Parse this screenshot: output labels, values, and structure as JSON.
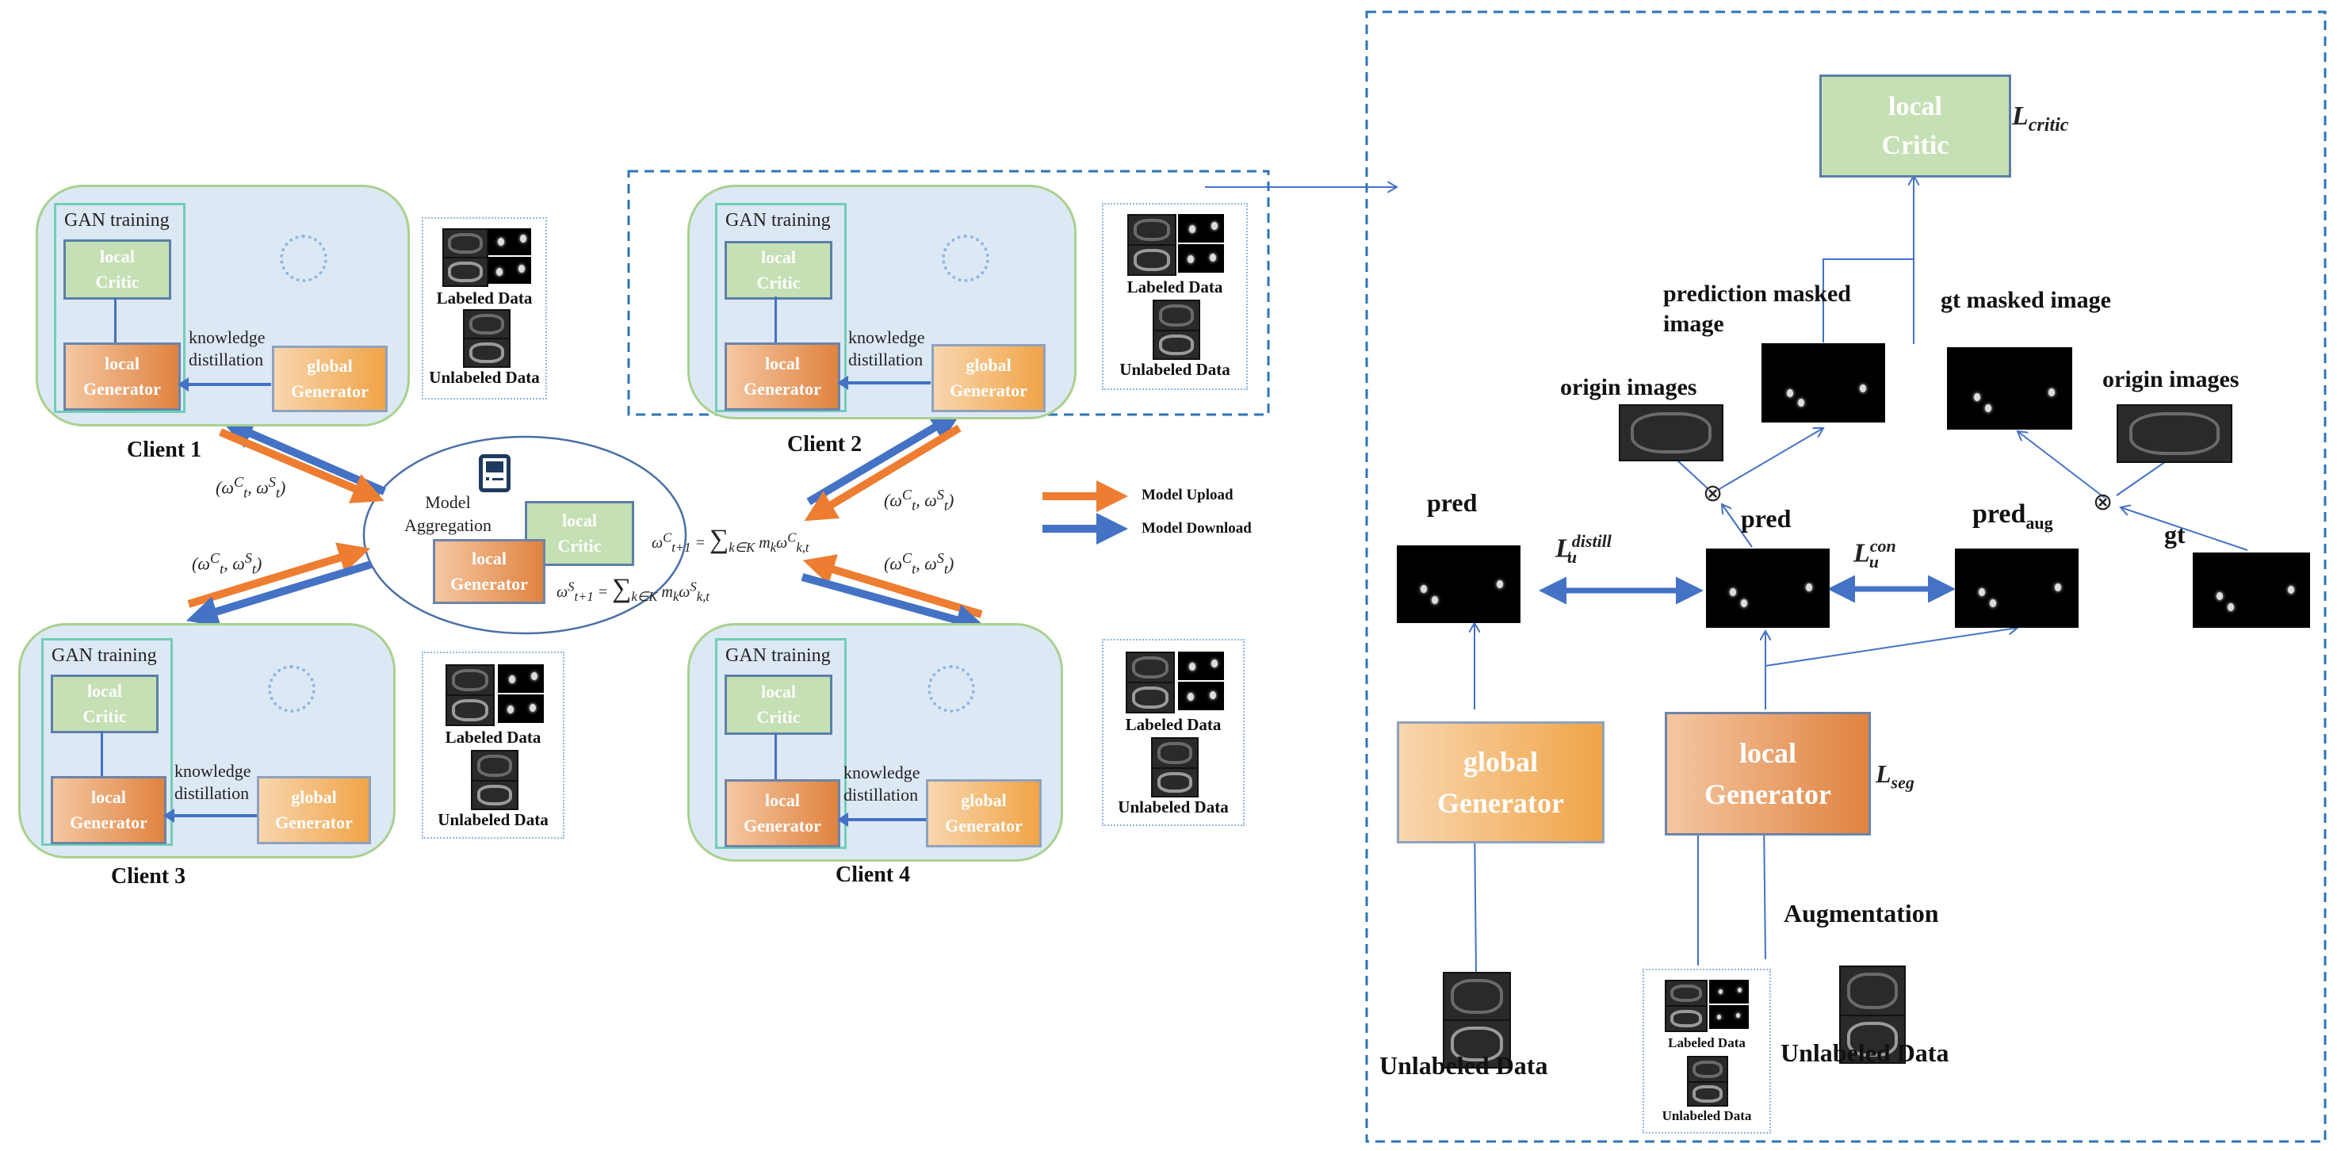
{
  "clients": [
    {
      "name": "Client 1",
      "gan_label": "GAN training",
      "critic": [
        "local",
        "Critic"
      ],
      "local_gen": [
        "local",
        "Generator"
      ],
      "global_gen": [
        "global",
        "Generator"
      ],
      "kd": [
        "knowledge",
        "distillation"
      ],
      "labeled": "Labeled Data",
      "unlabeled": "Unlabeled Data"
    },
    {
      "name": "Client 2",
      "gan_label": "GAN training",
      "critic": [
        "local",
        "Critic"
      ],
      "local_gen": [
        "local",
        "Generator"
      ],
      "global_gen": [
        "global",
        "Generator"
      ],
      "kd": [
        "knowledge",
        "distillation"
      ],
      "labeled": "Labeled Data",
      "unlabeled": "Unlabeled Data"
    },
    {
      "name": "Client 3",
      "gan_label": "GAN training",
      "critic": [
        "local",
        "Critic"
      ],
      "local_gen": [
        "local",
        "Generator"
      ],
      "global_gen": [
        "global",
        "Generator"
      ],
      "kd": [
        "knowledge",
        "distillation"
      ],
      "labeled": "Labeled Data",
      "unlabeled": "Unlabeled Data"
    },
    {
      "name": "Client 4",
      "gan_label": "GAN training",
      "critic": [
        "local",
        "Critic"
      ],
      "local_gen": [
        "local",
        "Generator"
      ],
      "global_gen": [
        "global",
        "Generator"
      ],
      "kd": [
        "knowledge",
        "distillation"
      ],
      "labeled": "Labeled Data",
      "unlabeled": "Unlabeled Data"
    }
  ],
  "aggregation": {
    "label": [
      "Model",
      "Aggregation"
    ],
    "critic": [
      "local",
      "Critic"
    ],
    "generator": [
      "local",
      "Generator"
    ],
    "formula_c": "ω^C_{t+1} = Σ_{k∈K} m_k ω^C_{k,t}",
    "formula_s": "ω^S_{t+1} = Σ_{k∈K} m_k ω^S_{k,t}",
    "server_icon": "server-icon"
  },
  "weights_label": "(ω^C_t, ω^S_t)",
  "legend": {
    "upload": {
      "label": "Model Upload",
      "color": "#ed7d31"
    },
    "download": {
      "label": "Model Download",
      "color": "#4472c4"
    }
  },
  "detail": {
    "critic": [
      "local",
      "Critic"
    ],
    "l_critic": "critic",
    "pred_masked": [
      "prediction masked",
      "image"
    ],
    "gt_masked": "gt masked image",
    "origin_left": "origin images",
    "origin_right": "origin images",
    "pred_left": "pred",
    "pred_center": "pred",
    "pred_aug": "pred",
    "pred_aug_sub": "aug",
    "gt": "gt",
    "l_distill_sup": "distill",
    "l_con_sup": "con",
    "l_sub": "u",
    "L": "L",
    "global_gen": [
      "global",
      "Generator"
    ],
    "local_gen": [
      "local",
      "Generator"
    ],
    "l_seg": "seg",
    "augmentation": "Augmentation",
    "unlabeled_left": "Unlabeled Data",
    "unlabeled_right": "Unlabeled Data",
    "small_labeled": "Labeled Data",
    "small_unlabeled": "Unlabeled Data",
    "otimes": "⊗"
  },
  "colors": {
    "upload": "#ed7d31",
    "download": "#4472c4",
    "critic_fill": "#c5e0b4",
    "client_fill": "#dde8f5",
    "client_border": "#a9d18e",
    "dashed": "#2e75b6"
  }
}
